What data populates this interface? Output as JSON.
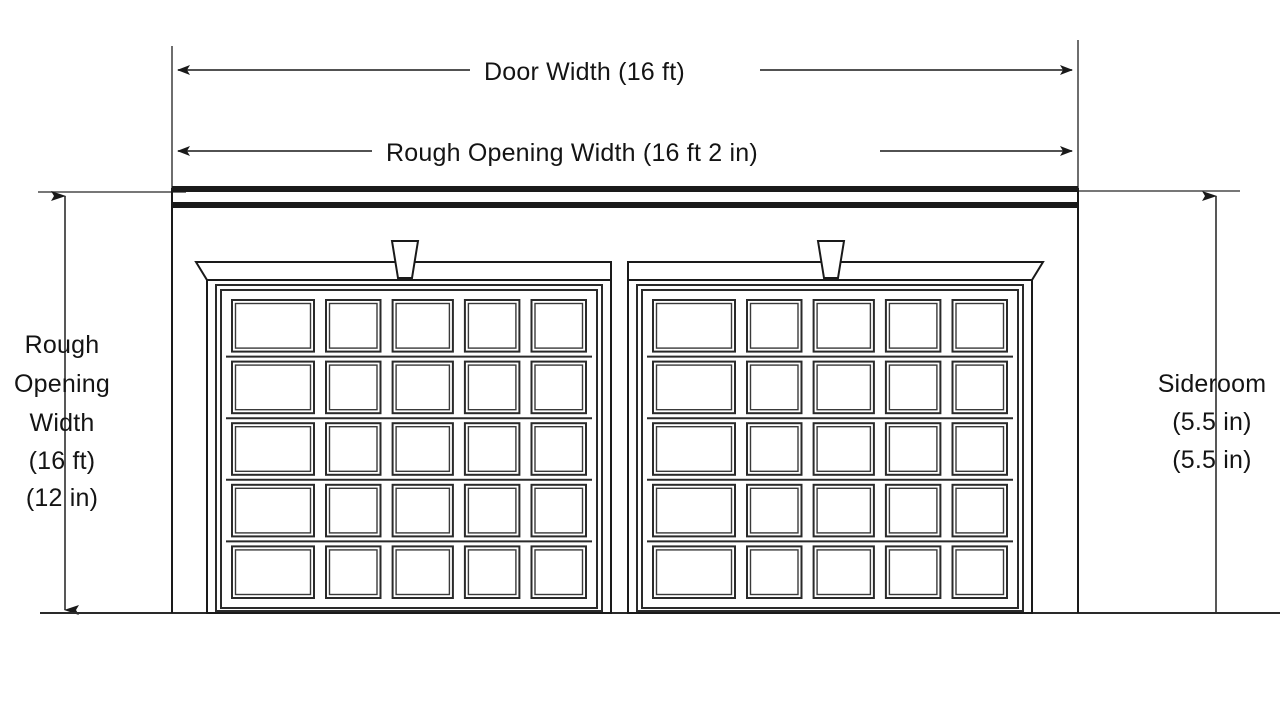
{
  "drawing": {
    "title": "Garage Door Rough Opening Elevation Diagram",
    "type": "technical-elevation-drawing",
    "background_color": "#ffffff",
    "line_color": "#141414"
  },
  "dimensions": {
    "door_width": {
      "label": "Door Width (16 ft)",
      "value": "16 ft",
      "orientation": "horizontal",
      "position": "top"
    },
    "rough_opening_width_top": {
      "label": "Rough Opening Width (16 ft 2 in)",
      "value": "16 ft 2 in",
      "orientation": "horizontal",
      "position": "top-second"
    },
    "left_stack": {
      "line1": "Rough",
      "line2": "Opening",
      "line3": "Width",
      "line4": "(16 ft)",
      "line5": "(12 in)",
      "orientation": "vertical",
      "position": "left"
    },
    "right_stack": {
      "line1": "Sideroom",
      "line2": "(5.5 in)",
      "line3": "(5.5 in)",
      "orientation": "vertical",
      "position": "right"
    }
  },
  "structure": {
    "doors_count": 2,
    "panel_rows": 5,
    "panel_columns": 5,
    "has_keystone": true,
    "has_lintel_trim": true,
    "ground_line": true,
    "header_bands": 2
  }
}
